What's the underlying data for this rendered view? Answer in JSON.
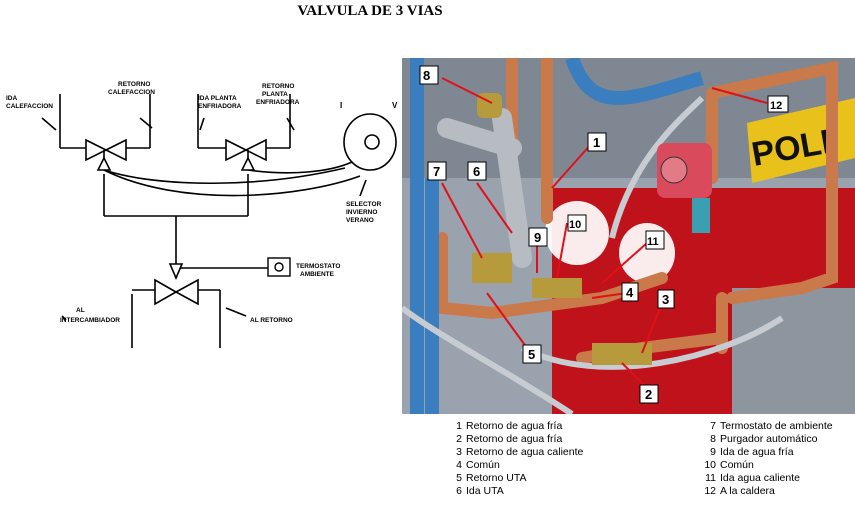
{
  "title": "VALVULA DE 3 VIAS",
  "schematic": {
    "labels": {
      "ida_calefaccion_1": "IDA",
      "ida_calefaccion_2": "CALEFACCION",
      "retorno_calefaccion_1": "RETORNO",
      "retorno_calefaccion_2": "CALEFACCION",
      "ida_planta_1": "IDA PLANTA",
      "ida_planta_2": "ENFRIADORA",
      "retorno_planta_1": "RETORNO",
      "retorno_planta_2": "PLANTA",
      "retorno_planta_3": "ENFRIADORA",
      "selector_i": "I",
      "selector_v": "V",
      "selector_1": "SELECTOR",
      "selector_2": "INVIERNO",
      "selector_3": "VERANO",
      "termostato_1": "TERMOSTATO",
      "termostato_2": "AMBIENTE",
      "al_intercambiador_1": "AL",
      "al_intercambiador_2": "INTERCAMBIADOR",
      "al_retorno": "AL RETORNO"
    }
  },
  "photo": {
    "sign_text": "POLI",
    "callouts": [
      "8",
      "1",
      "7",
      "6",
      "9",
      "10",
      "11",
      "4",
      "3",
      "5",
      "2",
      "12"
    ]
  },
  "legend": {
    "left": [
      {
        "num": "1",
        "text": "Retorno de agua fría"
      },
      {
        "num": "2",
        "text": "Retorno de agua fría"
      },
      {
        "num": "3",
        "text": "Retorno de agua caliente"
      },
      {
        "num": "4",
        "text": "Común"
      },
      {
        "num": "5",
        "text": "Retorno UTA"
      },
      {
        "num": "6",
        "text": "Ida UTA"
      }
    ],
    "right": [
      {
        "num": "7",
        "text": "Termostato de ambiente"
      },
      {
        "num": "8",
        "text": "Purgador automático"
      },
      {
        "num": "9",
        "text": "Ida de agua fría"
      },
      {
        "num": "10",
        "text": "Común"
      },
      {
        "num": "11",
        "text": "Ida agua caliente"
      },
      {
        "num": "12",
        "text": "A la caldera"
      }
    ]
  },
  "colors": {
    "copper": "#c9794a",
    "wall": "#9aa3ad",
    "red_panel": "#c0121a",
    "yellow_sign": "#e8c21a",
    "pump": "#d94a5c"
  }
}
